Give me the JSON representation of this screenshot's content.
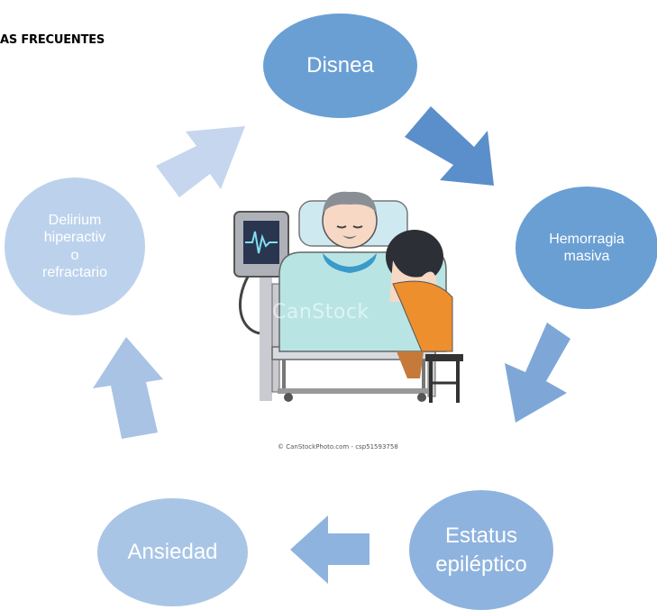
{
  "title": "AS FRECUENTES",
  "nodes": {
    "disnea": "Disnea",
    "hemorragia": [
      "Hemorragia",
      "masiva"
    ],
    "estatus": [
      "Estatus",
      "epiléptico"
    ],
    "ansiedad": "Ansiedad",
    "delirium": [
      "Delirium",
      "hiperactiv",
      "o",
      "refractario"
    ]
  },
  "image": {
    "caption": "© CanStockPhoto.com - csp51593758",
    "watermark": "CanStock"
  },
  "colors": {
    "disnea": "#6a9fd4",
    "hemorragia": "#6a9fd4",
    "estatus": "#8eb3df",
    "ansiedad": "#a9c5e6",
    "delirium": "#bcd2ec",
    "arrow_dark": "#5b8fcb",
    "arrow_mid": "#7ea7d8",
    "arrow_light": "#a9c3e4",
    "arrow_lighter": "#c5d6ee"
  }
}
